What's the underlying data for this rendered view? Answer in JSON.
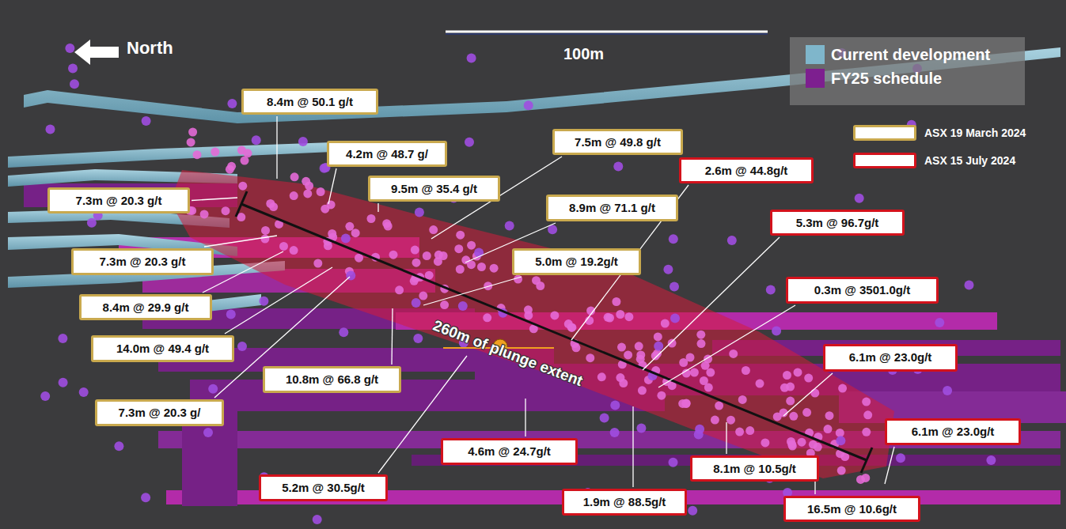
{
  "diagram": {
    "nodes": [
      {
        "text": [
          "8.4m @ 50.1 g/t"
        ]
      },
      {
        "text": [
          "7.5m @ 49.8 g/t"
        ]
      },
      {
        "text": [
          "4.2m @ 48.7 g/"
        ]
      },
      {
        "text": [
          "2.6m @ 44.8g/t"
        ]
      },
      {
        "text": [
          "9.5m @ 35.4 g/t"
        ]
      },
      {
        "text": [
          "7.3m @ 20.3 g/t"
        ]
      },
      {
        "text": [
          "8.9m @ 71.1 g/t"
        ]
      },
      {
        "text": [
          "5.3m @ 96.7g/t"
        ]
      },
      {
        "text": [
          "7.3m @ 20.3 g/t"
        ]
      },
      {
        "text": [
          "5.0m @ 19.2g/t"
        ]
      },
      {
        "text": [
          "0.3m @ 3501.0g/t"
        ]
      },
      {
        "text": [
          "8.4m @ 29.9 g/t"
        ]
      },
      {
        "text": [
          "14.0m @ 49.4 g/t"
        ]
      },
      {
        "text": [
          "6.1m @ 23.0g/t"
        ]
      },
      {
        "text": [
          "10.8m @ 66.8 g/t"
        ]
      },
      {
        "text": [
          "7.3m @ 20.3 g/"
        ]
      },
      {
        "text": [
          "6.1m @ 23.0g/t"
        ]
      },
      {
        "text": [
          "4.6m @ 24.7g/t"
        ]
      },
      {
        "text": [
          "8.1m @ 10.5g/t"
        ]
      },
      {
        "text": [
          "5.2m @ 30.5g/t"
        ]
      },
      {
        "text": [
          "1.9m @ 88.5g/t"
        ]
      },
      {
        "text": [
          "16.5m @ 10.6g/t"
        ]
      }
    ],
    "labels": [
      "North",
      "100m",
      "260m of plunge extent"
    ],
    "legend": [
      {
        "text": "Current development",
        "color": "#7fb6cb"
      },
      {
        "text": "FY25 schedule",
        "color": "#7d1f8f"
      },
      {
        "text": "ASX 19 March 2024"
      },
      {
        "text": "ASX 15 July 2024"
      }
    ]
  }
}
